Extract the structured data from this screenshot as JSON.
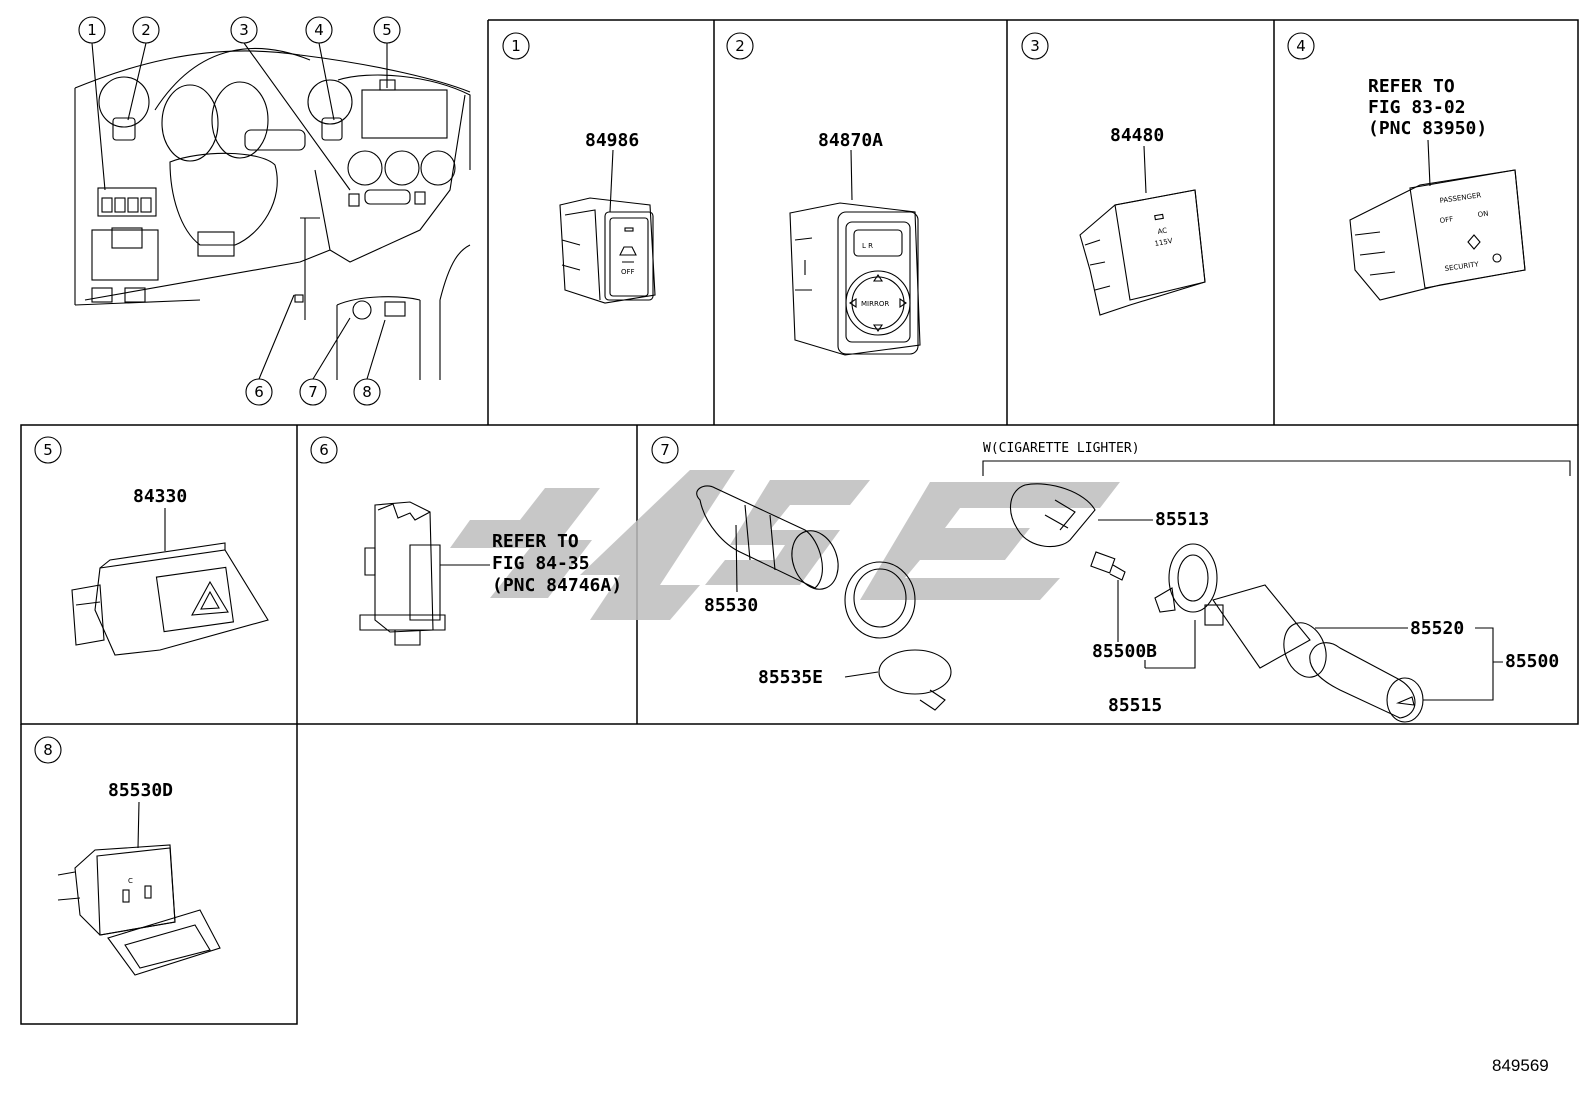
{
  "panels": [
    {
      "id": "1",
      "callout": "1",
      "parts": [
        "84986"
      ]
    },
    {
      "id": "2",
      "callout": "2",
      "parts": [
        "84870A"
      ]
    },
    {
      "id": "3",
      "callout": "3",
      "parts": [
        "84480"
      ]
    },
    {
      "id": "4",
      "callout": "4",
      "refer": [
        "REFER TO",
        "FIG 83-02",
        "(PNC 83950)"
      ]
    },
    {
      "id": "5",
      "callout": "5",
      "parts": [
        "84330"
      ]
    },
    {
      "id": "6",
      "callout": "6",
      "refer": [
        "REFER TO",
        "FIG 84-35",
        "(PNC 84746A)"
      ]
    },
    {
      "id": "7",
      "callout": "7",
      "note": "W(CIGARETTE LIGHTER)",
      "parts": [
        "85530",
        "85535E",
        "85513",
        "85500B",
        "85515",
        "85520",
        "85500"
      ]
    },
    {
      "id": "8",
      "callout": "8",
      "parts": [
        "85530D"
      ]
    }
  ],
  "overview": {
    "callouts": [
      "1",
      "2",
      "3",
      "4",
      "5",
      "6",
      "7",
      "8"
    ]
  },
  "switch_labels": {
    "vsc_off": "OFF",
    "mirror": "MIRROR",
    "mirror_lr": "L   R",
    "ac": "AC",
    "ac_volt": "115V",
    "passenger": "PASSENGER",
    "airbag_on": "ON",
    "airbag_off": "OFF",
    "security": "SECURITY",
    "socket_c": "C"
  },
  "document_id": "849569",
  "icons": [
    "hazard-triangle-icon",
    "vsc-off-icon",
    "mirror-arrows-icon",
    "airbag-icon"
  ]
}
